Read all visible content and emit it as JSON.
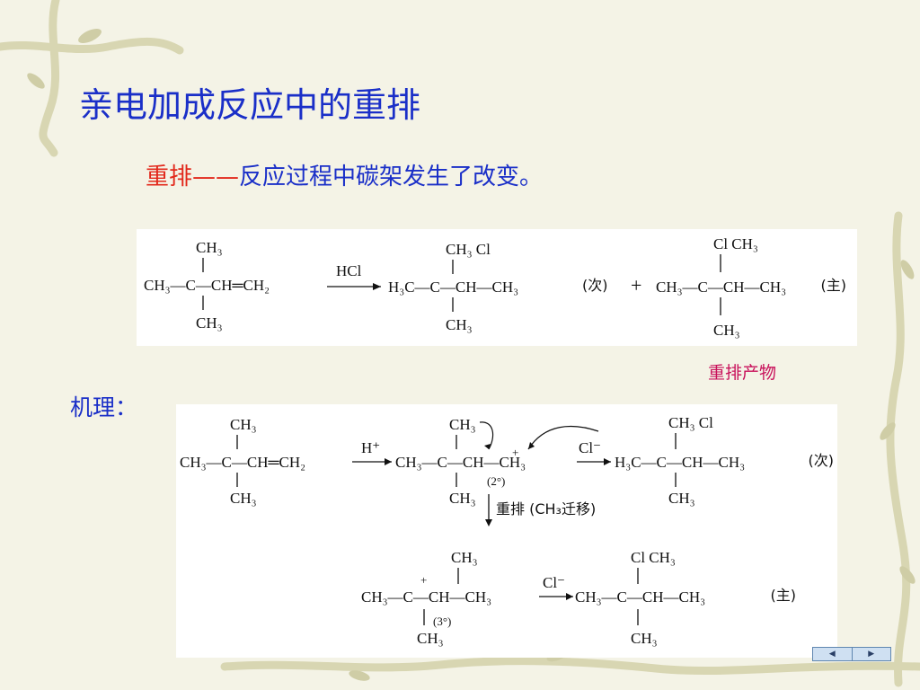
{
  "slide": {
    "title": "亲电加成反应中的重排",
    "definition_term": "重排",
    "definition_dash": "——",
    "definition_text": "反应过程中碳架发生了改变。",
    "rearranged_product_note": "重排产物",
    "mechanism_label": "机理："
  },
  "reaction1": {
    "reactant_top": "CH₃",
    "reactant_main": "CH₃—C—CH═CH₂",
    "reactant_bottom": "CH₃",
    "reagent": "HCl",
    "product1_top": "CH₃ Cl",
    "product1_main": "H₃C—C—CH—CH₃",
    "product1_bottom": "CH₃",
    "product1_tag": "(次)",
    "plus": "+",
    "product2_top": "Cl CH₃",
    "product2_main": "CH₃—C—CH—CH₃",
    "product2_bottom": "CH₃",
    "product2_tag": "(主)"
  },
  "mechanism": {
    "m_reactant_top": "CH₃",
    "m_reactant_main": "CH₃—C—CH═CH₂",
    "m_reactant_bottom": "CH₃",
    "m_reagent1": "H⁺",
    "m_cation_top": "CH₃",
    "m_cation_main": "CH₃—C—CH—CH₃",
    "m_cation_charge": "+",
    "m_cation_type": "(2°)",
    "m_cation_bottom": "CH₃",
    "m_reagent2": "Cl⁻",
    "m_product1_top": "CH₃ Cl",
    "m_product1_main": "H₃C—C—CH—CH₃",
    "m_product1_bottom": "CH₃",
    "m_product1_tag": "(次)",
    "m_shift_label": "重排 (CH₃迁移)",
    "m_cation2_top": "CH₃",
    "m_cation2_charge": "+",
    "m_cation2_main": "CH₃—C—CH—CH₃",
    "m_cation2_type": "(3°)",
    "m_cation2_bottom": "CH₃",
    "m_reagent3": "Cl⁻",
    "m_product2_top": "Cl CH₃",
    "m_product2_main": "CH₃—C—CH—CH₃",
    "m_product2_bottom": "CH₃",
    "m_product2_tag": "(主)"
  },
  "nav": {
    "prev_icon": "◀",
    "next_icon": "▶"
  },
  "colors": {
    "title": "#1a2fc8",
    "term": "#e2281b",
    "note": "#c8105a",
    "background": "#f4f3e6"
  }
}
